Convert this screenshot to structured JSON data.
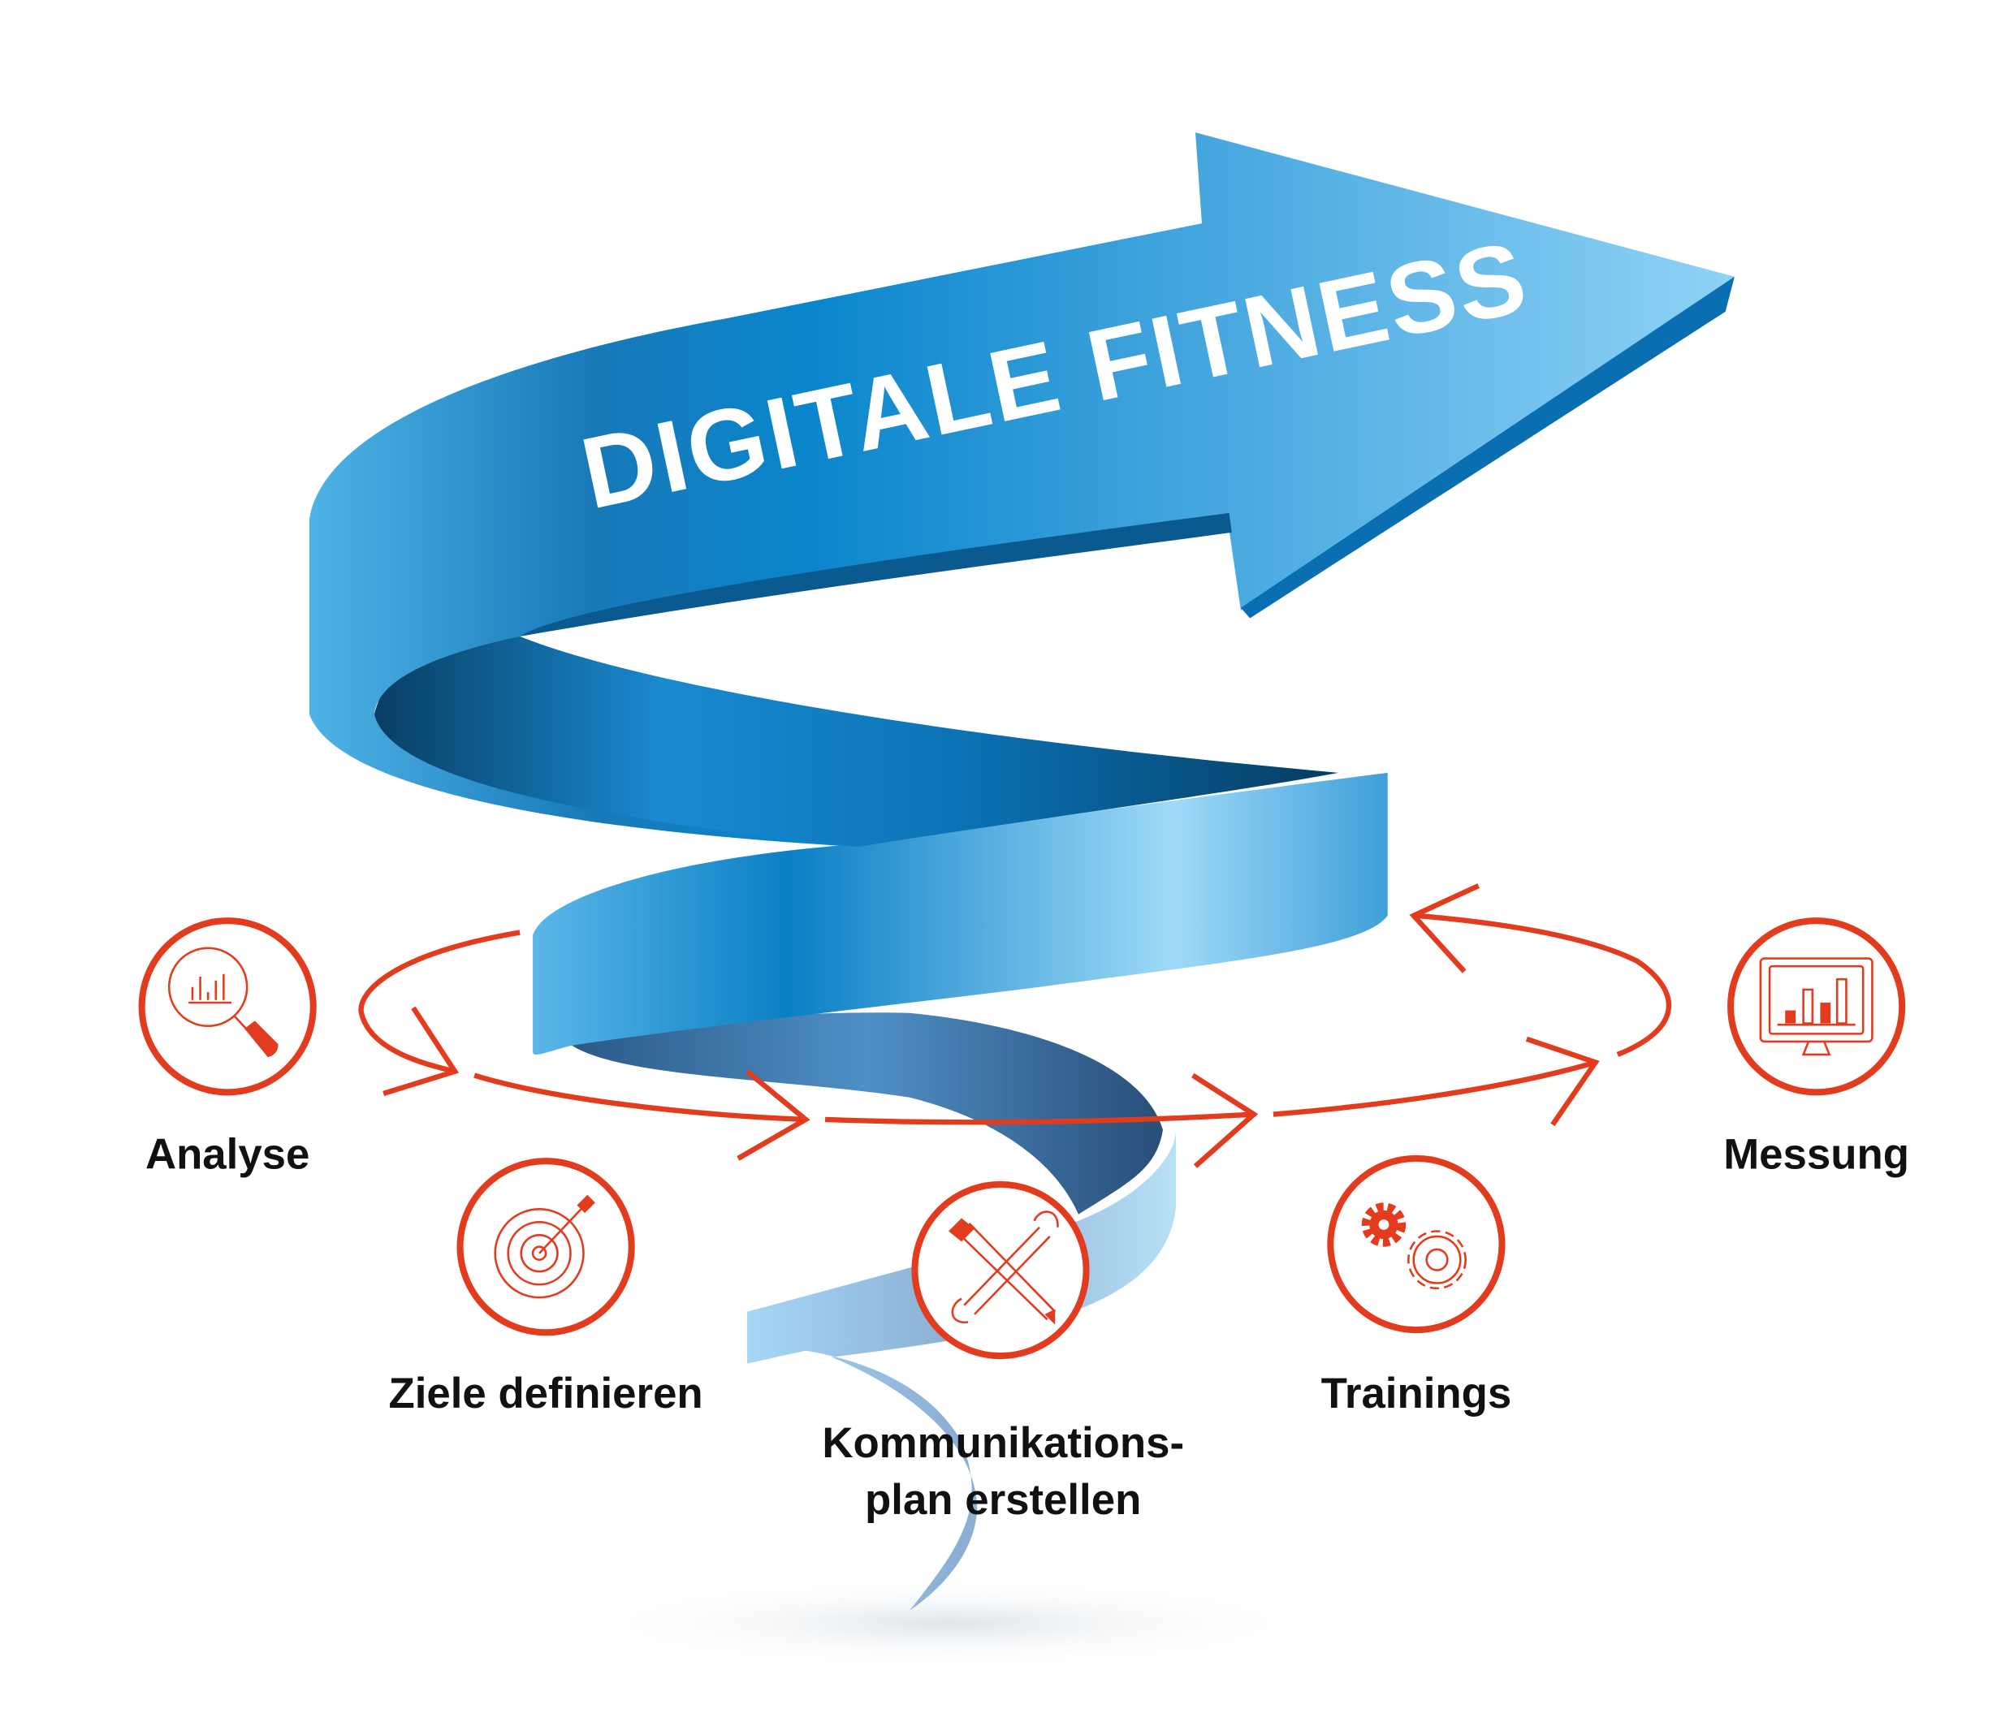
{
  "title": "DIGITALE FITNESS",
  "steps": [
    {
      "label": "Analyse",
      "icon": "magnifier-chart-icon"
    },
    {
      "label": "Ziele definieren",
      "icon": "target-icon"
    },
    {
      "label_line1": "Kommunikations-",
      "label_line2": "plan erstellen",
      "icon": "tools-icon"
    },
    {
      "label": "Trainings",
      "icon": "gears-icon"
    },
    {
      "label": "Messung",
      "icon": "monitor-chart-icon"
    }
  ],
  "colors": {
    "accent": "#e23b1e",
    "blue": "#1b8fd6",
    "light_blue": "#7cc9f2",
    "dark_blue": "#0a4f7e"
  }
}
